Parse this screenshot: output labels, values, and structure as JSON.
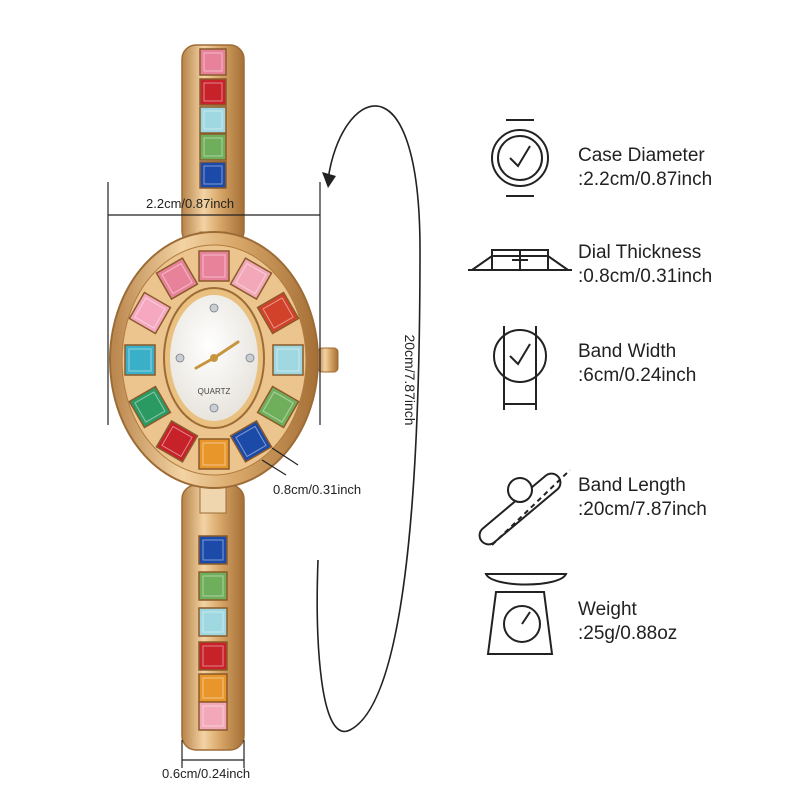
{
  "watch": {
    "dial_brand": "QUARTZ",
    "case_width_label": "2.2cm/0.87inch",
    "thickness_label": "0.8cm/0.31inch",
    "band_width_label": "0.6cm/0.24inch",
    "band_length_label": "20cm/7.87inch"
  },
  "specs": [
    {
      "icon": "watch-face-icon",
      "title": "Case Diameter",
      "value": ":2.2cm/0.87inch"
    },
    {
      "icon": "watch-side-icon",
      "title": "Dial Thickness",
      "value": ":0.8cm/0.31inch"
    },
    {
      "icon": "watch-band-icon",
      "title": "Band Width",
      "value": ":6cm/0.24inch"
    },
    {
      "icon": "band-length-icon",
      "title": "Band Length",
      "value": ":20cm/7.87inch"
    },
    {
      "icon": "scale-icon",
      "title": "Weight",
      "value": ":25g/0.88oz"
    }
  ],
  "colors": {
    "gold": "#d9a86a",
    "gold_dark": "#b07c3f",
    "dial": "#f4f2ee",
    "line": "#222222",
    "gems": [
      "#e8829a",
      "#f2a8b8",
      "#d2422a",
      "#9fd8e0",
      "#6fae5a",
      "#1c4aa8",
      "#e8952a",
      "#c7212a",
      "#2a9a62",
      "#3ab0c8",
      "#f5a8c0"
    ]
  }
}
